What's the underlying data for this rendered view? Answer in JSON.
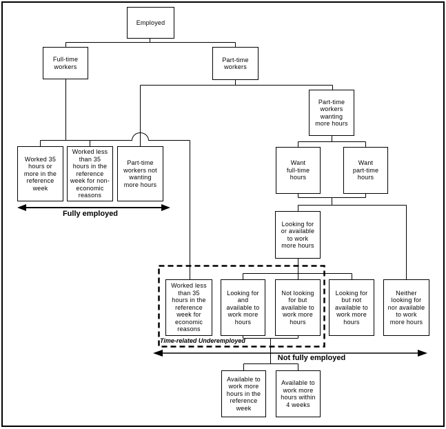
{
  "diagram_type": "flowchart",
  "nodes": {
    "employed": "Employed",
    "fulltime": "Full-time\nworkers",
    "parttime": "Part-time\nworkers",
    "worked35": "Worked 35\nhours or\nmore in the\nreference\nweek",
    "workedless_noneco": "Worked less\nthan 35\nhours in the\nreference\nweek for non-\neconomic\nreasons",
    "pt_not_wanting": "Part-time\nworkers not\nwanting\nmore hours",
    "pt_wanting": "Part-time\nworkers\nwanting\nmore hours",
    "want_ft": "Want\nfull-time\nhours",
    "want_pt": "Want\npart-time\nhours",
    "looking_or_avail": "Looking for\nor available\nto work\nmore hours",
    "workedless_eco": "Worked less\nthan 35\nhours in the\nreference\nweek for\neconomic\nreasons",
    "looking_and_avail": "Looking for\nand\navailable to\nwork more\nhours",
    "notlooking_avail": "Not looking\nfor but\navailable to\nwork more\nhours",
    "looking_notavail": "Looking for\nbut not\navailable to\nwork more\nhours",
    "neither": "Neither\nlooking for\nnor available\nto work\nmore hours",
    "avail_ref_week": "Available to\nwork more\nhours in the\nreference\nweek",
    "avail_4_weeks": "Available to\nwork more\nhours within\n4 weeks"
  },
  "labels": {
    "fully_employed": "Fully employed",
    "not_fully_employed": "Not fully employed",
    "time_related_underemployed": "Time-related Underemployed"
  },
  "edges": [
    [
      "employed",
      "fulltime"
    ],
    [
      "employed",
      "parttime"
    ],
    [
      "fulltime",
      "worked35"
    ],
    [
      "fulltime",
      "workedless_noneco"
    ],
    [
      "fulltime",
      "workedless_eco"
    ],
    [
      "parttime",
      "pt_not_wanting"
    ],
    [
      "parttime",
      "pt_wanting"
    ],
    [
      "pt_wanting",
      "want_ft"
    ],
    [
      "pt_wanting",
      "want_pt"
    ],
    [
      "want_ft",
      "looking_or_avail"
    ],
    [
      "want_pt",
      "looking_or_avail"
    ],
    [
      "want_ft",
      "neither"
    ],
    [
      "want_pt",
      "neither"
    ],
    [
      "looking_or_avail",
      "looking_and_avail"
    ],
    [
      "looking_or_avail",
      "notlooking_avail"
    ],
    [
      "looking_or_avail",
      "looking_notavail"
    ],
    [
      "looking_and_avail",
      "avail_ref_week"
    ],
    [
      "looking_and_avail",
      "avail_4_weeks"
    ],
    [
      "notlooking_avail",
      "avail_ref_week"
    ],
    [
      "notlooking_avail",
      "avail_4_weeks"
    ]
  ],
  "colors": {
    "line": "#000000",
    "background": "#ffffff",
    "text": "#000000"
  }
}
